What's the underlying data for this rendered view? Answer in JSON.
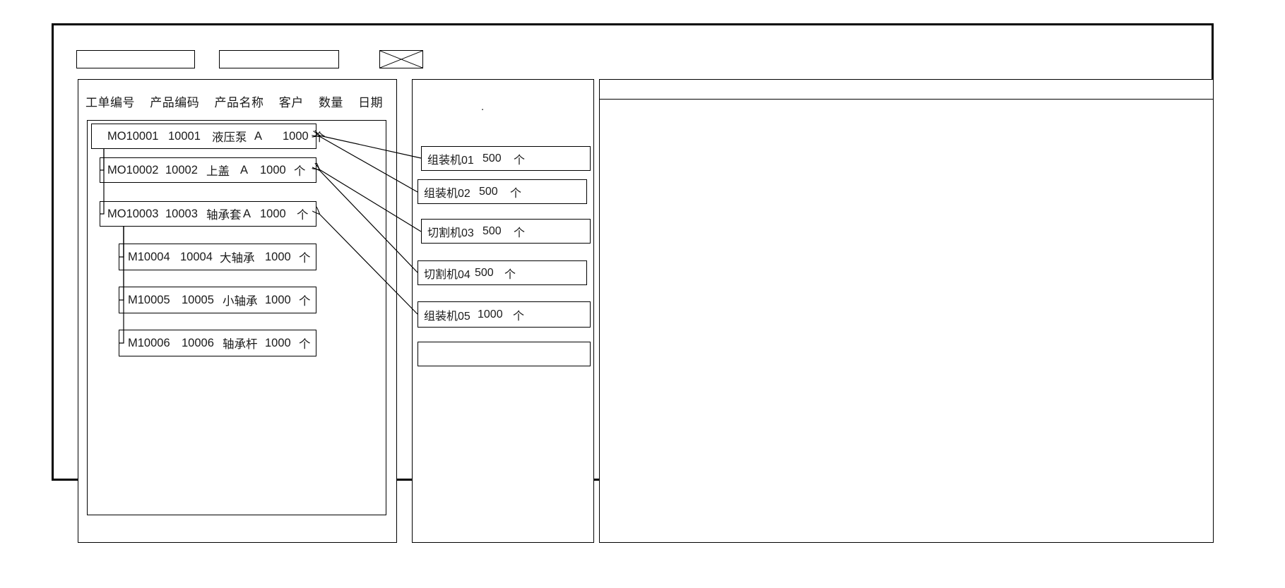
{
  "window": {
    "title": ""
  },
  "toolbar": {
    "field_one": "",
    "field_two": "",
    "image_placeholder": "crossed-box"
  },
  "left_panel": {
    "columns": [
      "工单编号",
      "产品编码",
      "产品名称",
      "客户",
      "数量",
      "日期"
    ],
    "orders": [
      {
        "level": 0,
        "order_no": "MO10001",
        "product_code": "10001",
        "product_name": "液压泵",
        "customer": "A",
        "qty": "1000",
        "unit": "个"
      },
      {
        "level": 1,
        "order_no": "MO10002",
        "product_code": "10002",
        "product_name": "上盖",
        "customer": "A",
        "qty": "1000",
        "unit": "个"
      },
      {
        "level": 1,
        "order_no": "MO10003",
        "product_code": "10003",
        "product_name": "轴承套",
        "customer": "A",
        "qty": "1000",
        "unit": "个"
      },
      {
        "level": 2,
        "order_no": "M10004",
        "product_code": "10004",
        "product_name": "大轴承",
        "customer": "",
        "qty": "1000",
        "unit": "个"
      },
      {
        "level": 2,
        "order_no": "M10005",
        "product_code": "10005",
        "product_name": "小轴承",
        "customer": "",
        "qty": "1000",
        "unit": "个"
      },
      {
        "level": 2,
        "order_no": "M10006",
        "product_code": "10006",
        "product_name": "轴承杆",
        "customer": "",
        "qty": "1000",
        "unit": "个"
      }
    ]
  },
  "mid_panel": {
    "marker": ".",
    "machines": [
      {
        "name": "组装机01",
        "qty": "500",
        "unit": "个"
      },
      {
        "name": "组装机02",
        "qty": "500",
        "unit": "个"
      },
      {
        "name": "切割机03",
        "qty": "500",
        "unit": "个"
      },
      {
        "name": "切割机04",
        "qty": "500",
        "unit": "个"
      },
      {
        "name": "组装机05",
        "qty": "1000",
        "unit": "个"
      },
      {
        "name": "",
        "qty": "",
        "unit": ""
      }
    ]
  },
  "right_panel": {
    "header_text": "",
    "body_text": ""
  },
  "colors": {
    "stroke": "#000000",
    "background": "#ffffff",
    "text": "#1a1a1a"
  }
}
